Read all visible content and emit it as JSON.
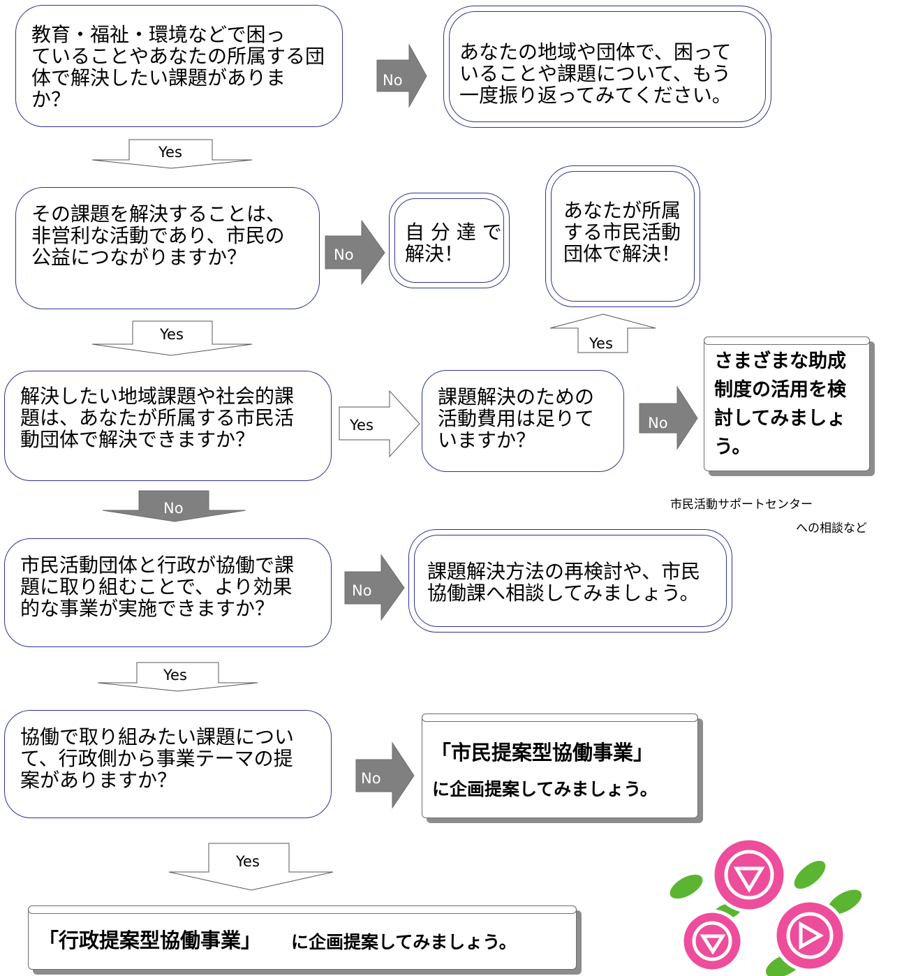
{
  "nodes": {
    "q1": "教育・福祉・環境などで困っ\nていることやあなたの所属する団\n体で解決したい課題がありま\nか？",
    "q1_no": "あなたの地域や団体で、困って\nいることや課題について、もう\n一度振り返ってみてください。",
    "q2": "その課題を解決することは、\n非営利な活動であり、市民の\n公益につながりますか？",
    "q2_no": "自 分 達 で\n解決！",
    "yes_result": "あなたが所属\nする市民活動\n団体で解決！",
    "q3": "解決したい地域課題や社会的課\n題は、あなたが所属する市民活\n動団体で解決できますか？",
    "q3b": "課題解決のための\n活動費用は足りて\nいますか？",
    "grant": "さまざまな助成\n制度の活用を検\n討してみましょ\nう。",
    "grant_note_1": "市民活動サポートセンター",
    "grant_note_2": "への相談など",
    "q4": "市民活動団体と行政が協働で課\n題に取り組むことで、より効果\n的な事業が実施できますか？",
    "q4_no": "課題解決方法の再検討や、市民\n協働課へ相談してみましょう。",
    "q5": "協働で取り組みたい課題につい\nて、行政側から事業テーマの提\n案がありますか？",
    "citizen_title": "「市民提案型協働事業」",
    "citizen_sub": "に企画提案してみましょう。",
    "admin_title": "「行政提案型協働事業」",
    "admin_sub": "に企画提案してみましょう。"
  },
  "labels": {
    "yes": "Yes",
    "no": "No"
  },
  "colors": {
    "border": "#2e3192",
    "no_arrow": "#808080",
    "rose": "#ee4d9b",
    "leaf": "#5cb531"
  }
}
